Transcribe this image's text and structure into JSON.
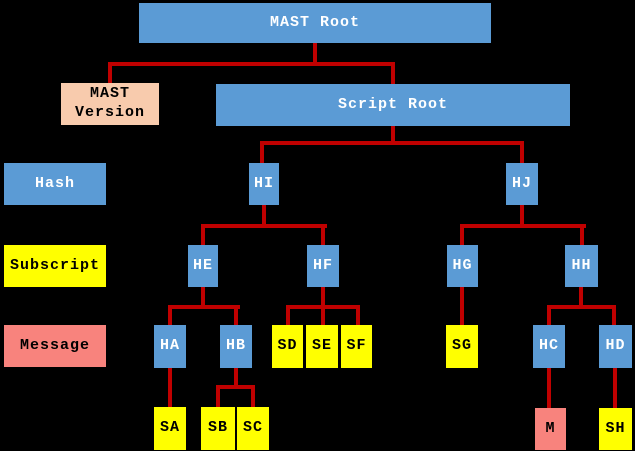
{
  "colors": {
    "hash_node": "#5b9bd5",
    "subscript_node": "#ffff00",
    "message_node": "#f8837d",
    "version_node": "#f8cbad",
    "connector": "#c00000",
    "background": "#000000",
    "text_on_hash": "#ffffff",
    "text_dark": "#000000"
  },
  "tree": {
    "mast_root": "MAST Root",
    "mast_version": "MAST Version",
    "script_root": "Script Root"
  },
  "row_labels": {
    "hash": "Hash",
    "subscript": "Subscript",
    "message": "Message"
  },
  "nodes": {
    "HI": "HI",
    "HJ": "HJ",
    "HE": "HE",
    "HF": "HF",
    "HG": "HG",
    "HH": "HH",
    "HA": "HA",
    "HB": "HB",
    "SD": "SD",
    "SE": "SE",
    "SF": "SF",
    "SG": "SG",
    "HC": "HC",
    "HD": "HD",
    "SA": "SA",
    "SB": "SB",
    "SC": "SC",
    "M": "M",
    "SH": "SH"
  }
}
